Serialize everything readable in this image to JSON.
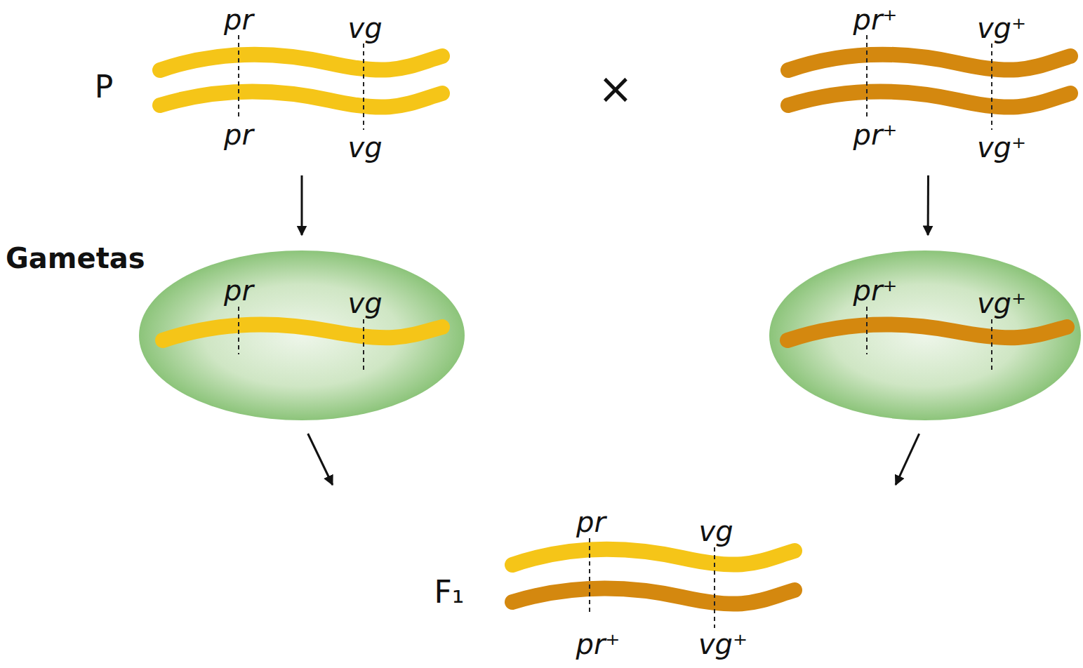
{
  "diagram": {
    "nodes": [
      {
        "text": [
          "pr",
          "vg",
          "pr",
          "vg"
        ]
      },
      {
        "text": [
          "pr⁺",
          "vg⁺",
          "pr⁺",
          "vg⁺"
        ]
      },
      {
        "text": [
          "pr",
          "vg"
        ]
      },
      {
        "text": [
          "pr⁺",
          "vg⁺"
        ]
      },
      {
        "text": [
          "pr",
          "vg",
          "pr⁺",
          "vg⁺"
        ]
      }
    ],
    "edges": [
      {
        "from": 0,
        "to": 2,
        "arrow": "to"
      },
      {
        "from": 1,
        "to": 3,
        "arrow": "to"
      },
      {
        "from": 2,
        "to": 4,
        "arrow": "to"
      },
      {
        "from": 3,
        "to": 4,
        "arrow": "to"
      }
    ],
    "labels": [
      "P",
      "×",
      "Gametas",
      "F₁"
    ]
  }
}
